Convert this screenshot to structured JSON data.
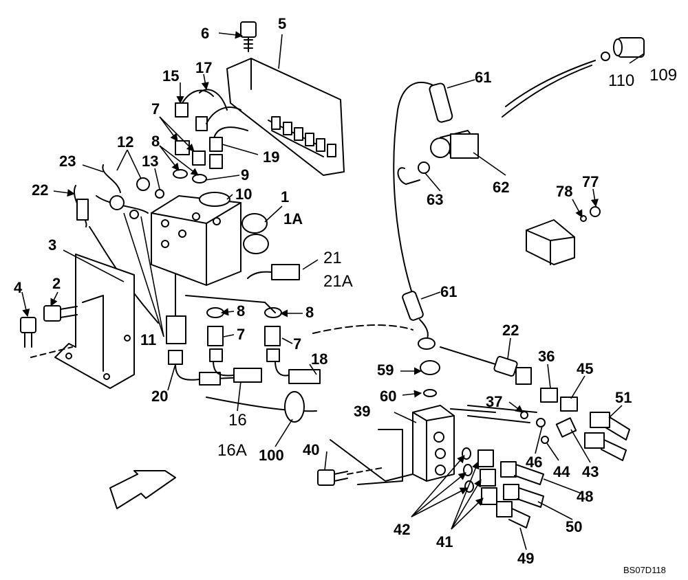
{
  "diagram": {
    "drawing_code": "BS07D118",
    "callouts": [
      {
        "id": "c6",
        "text": "6"
      },
      {
        "id": "c5",
        "text": "5"
      },
      {
        "id": "c15",
        "text": "15"
      },
      {
        "id": "c17",
        "text": "17"
      },
      {
        "id": "c7a",
        "text": "7"
      },
      {
        "id": "c8a",
        "text": "8"
      },
      {
        "id": "c12",
        "text": "12"
      },
      {
        "id": "c23",
        "text": "23"
      },
      {
        "id": "c13",
        "text": "13"
      },
      {
        "id": "c19",
        "text": "19"
      },
      {
        "id": "c9",
        "text": "9"
      },
      {
        "id": "c22a",
        "text": "22"
      },
      {
        "id": "c10",
        "text": "10"
      },
      {
        "id": "c1",
        "text": "1"
      },
      {
        "id": "c1A",
        "text": "1A"
      },
      {
        "id": "c3",
        "text": "3"
      },
      {
        "id": "c21",
        "text": "21"
      },
      {
        "id": "c21A",
        "text": "21A"
      },
      {
        "id": "c4",
        "text": "4"
      },
      {
        "id": "c2",
        "text": "2"
      },
      {
        "id": "c8b",
        "text": "8"
      },
      {
        "id": "c8c",
        "text": "8"
      },
      {
        "id": "c11",
        "text": "11"
      },
      {
        "id": "c7b",
        "text": "7"
      },
      {
        "id": "c7c",
        "text": "7"
      },
      {
        "id": "c18",
        "text": "18"
      },
      {
        "id": "c20",
        "text": "20"
      },
      {
        "id": "c16",
        "text": "16"
      },
      {
        "id": "c16A",
        "text": "16A"
      },
      {
        "id": "c100",
        "text": "100"
      },
      {
        "id": "c61a",
        "text": "61"
      },
      {
        "id": "c62",
        "text": "62"
      },
      {
        "id": "c63",
        "text": "63"
      },
      {
        "id": "c110",
        "text": "110"
      },
      {
        "id": "c109",
        "text": "109"
      },
      {
        "id": "c77",
        "text": "77"
      },
      {
        "id": "c78",
        "text": "78"
      },
      {
        "id": "c61b",
        "text": "61"
      },
      {
        "id": "c22b",
        "text": "22"
      },
      {
        "id": "c36",
        "text": "36"
      },
      {
        "id": "c45",
        "text": "45"
      },
      {
        "id": "c59",
        "text": "59"
      },
      {
        "id": "c60",
        "text": "60"
      },
      {
        "id": "c37",
        "text": "37"
      },
      {
        "id": "c51",
        "text": "51"
      },
      {
        "id": "c39",
        "text": "39"
      },
      {
        "id": "c46",
        "text": "46"
      },
      {
        "id": "c44",
        "text": "44"
      },
      {
        "id": "c43",
        "text": "43"
      },
      {
        "id": "c40",
        "text": "40"
      },
      {
        "id": "c48",
        "text": "48"
      },
      {
        "id": "c42",
        "text": "42"
      },
      {
        "id": "c41",
        "text": "41"
      },
      {
        "id": "c50",
        "text": "50"
      },
      {
        "id": "c49",
        "text": "49"
      }
    ]
  }
}
